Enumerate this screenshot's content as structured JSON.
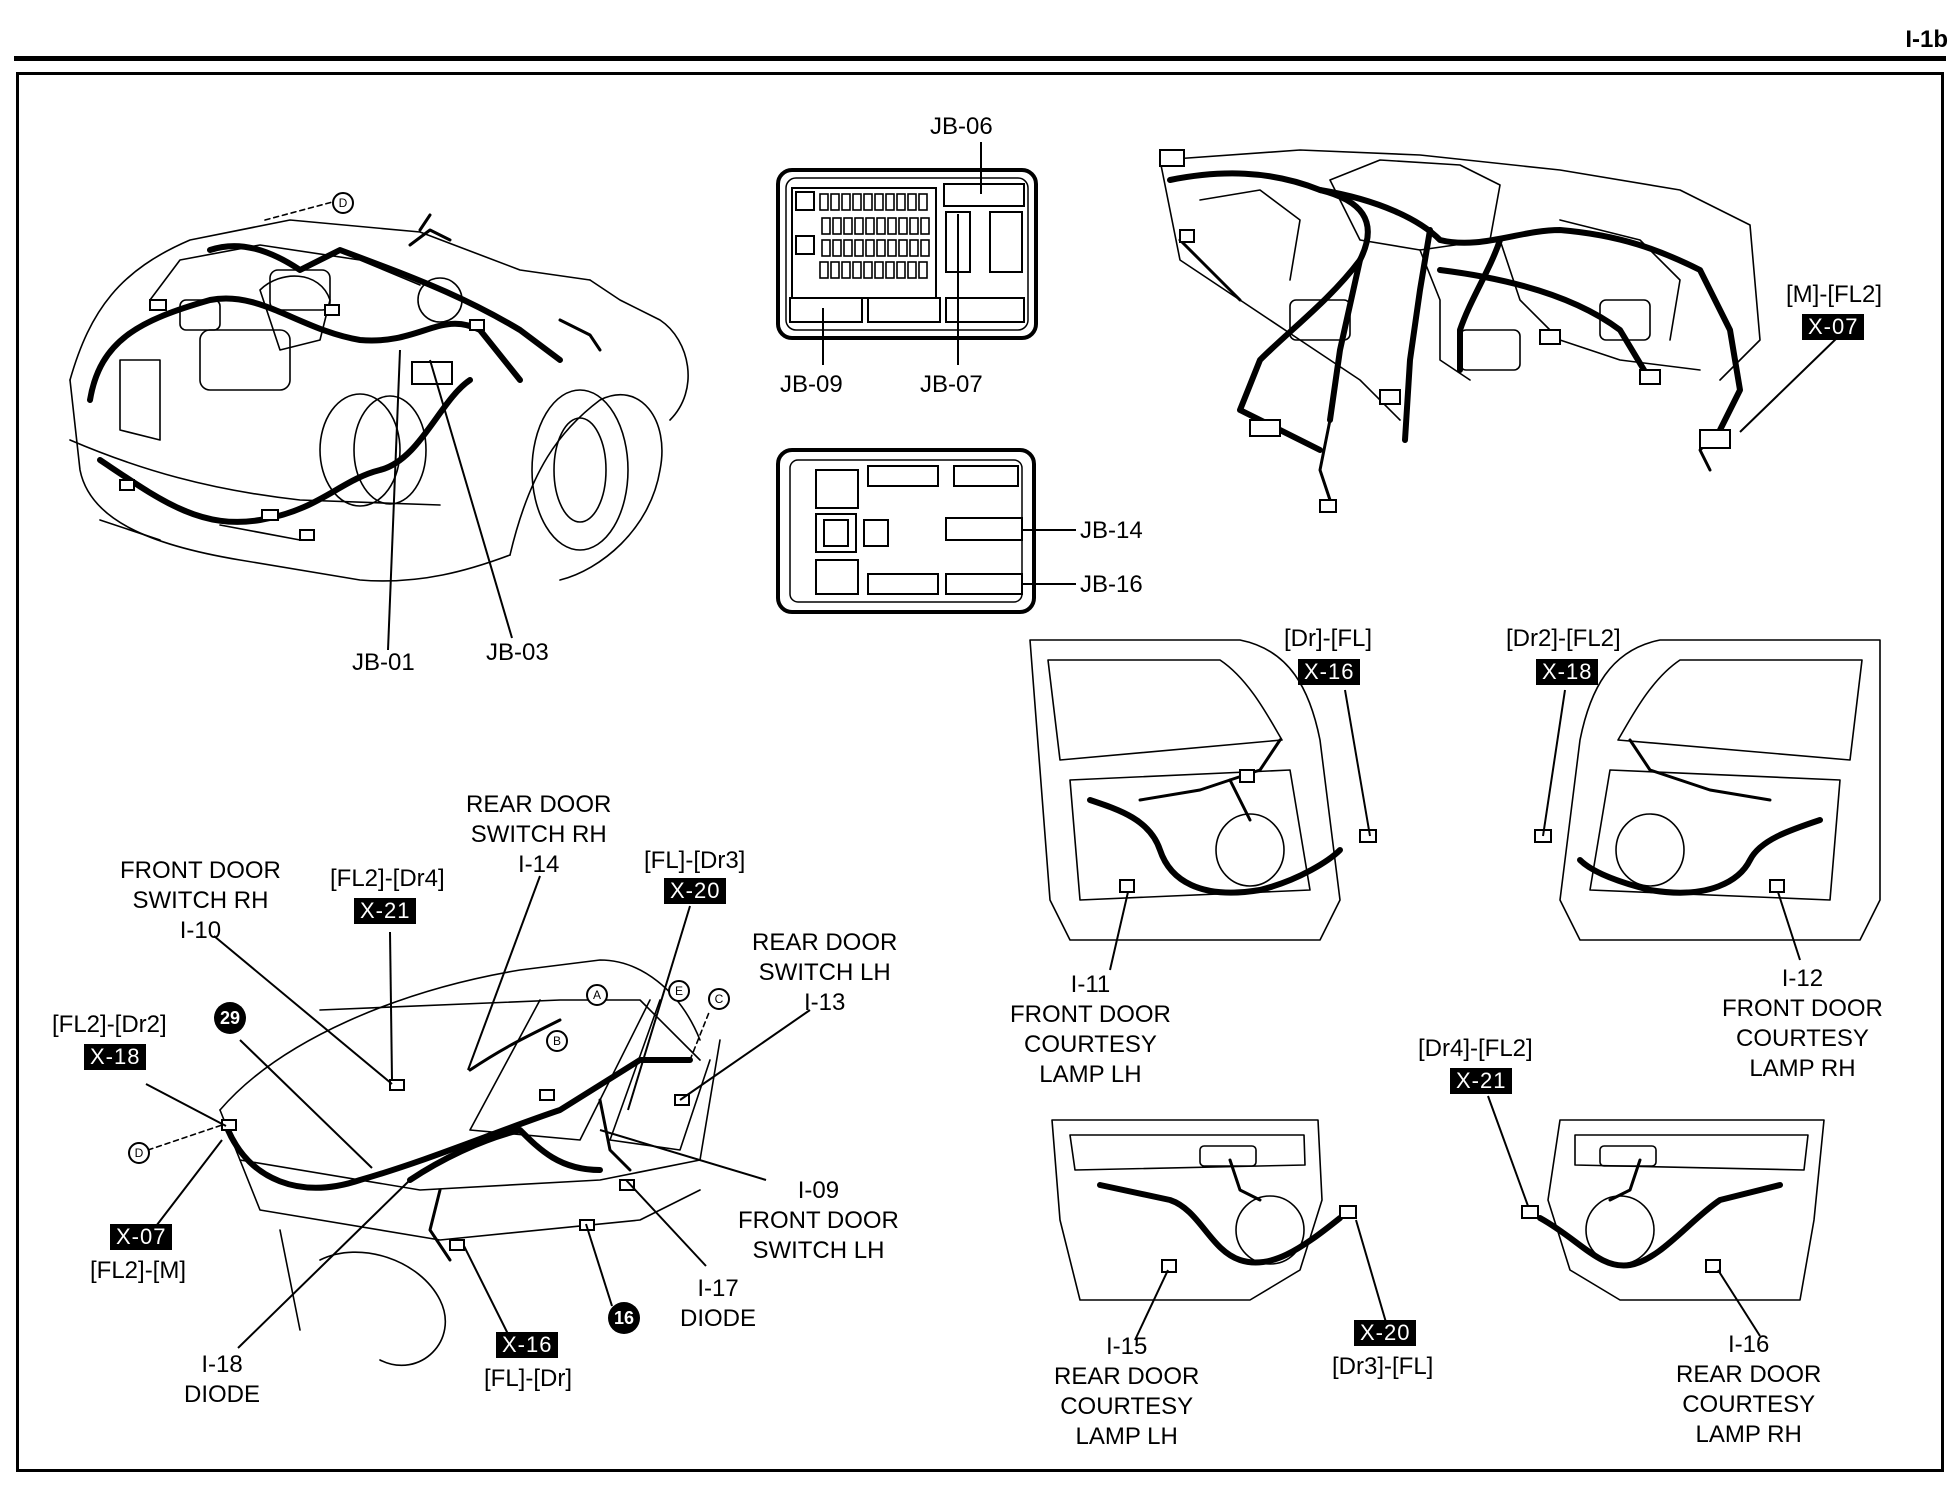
{
  "page": {
    "number": "I-1b"
  },
  "labels": {
    "jb_06": "JB-06",
    "jb_09": "JB-09",
    "jb_07": "JB-07",
    "jb_14": "JB-14",
    "jb_16": "JB-16",
    "jb_01": "JB-01",
    "jb_03": "JB-03",
    "m_fl2": "[M]-[FL2]",
    "dr_fl": "[Dr]-[FL]",
    "dr2_fl2": "[Dr2]-[FL2]",
    "dr4_fl2": "[Dr4]-[FL2]",
    "dr3_fl": "[Dr3]-[FL]",
    "fl2_dr4": "[FL2]-[Dr4]",
    "fl_dr3": "[FL]-[Dr3]",
    "fl2_dr2": "[FL2]-[Dr2]",
    "fl2_m": "[FL2]-[M]",
    "fl_dr": "[FL]-[Dr]",
    "i11": "I-11\nFRONT DOOR\nCOURTESY\nLAMP LH",
    "i12": "I-12\nFRONT DOOR\nCOURTESY\nLAMP RH",
    "i15": "I-15\nREAR DOOR\nCOURTESY\nLAMP LH",
    "i16": "I-16\nREAR DOOR\nCOURTESY\nLAMP RH",
    "i10": "FRONT DOOR\nSWITCH RH\nI-10",
    "i14": "REAR DOOR\nSWITCH RH\nI-14",
    "i13": "REAR DOOR\nSWITCH LH\nI-13",
    "i09": "I-09\nFRONT DOOR\nSWITCH LH",
    "i17": "I-17\nDIODE",
    "i18": "I-18\nDIODE"
  },
  "connector_tags": {
    "x07_top": "X-07",
    "x16_top": "X-16",
    "x18_top": "X-18",
    "x21_mid": "X-21",
    "x20_bottom": "X-20",
    "x21_left": "X-21",
    "x20_left": "X-20",
    "x18_left": "X-18",
    "x07_left": "X-07",
    "x16_left": "X-16"
  },
  "badges": {
    "b29": "29",
    "b16": "16"
  },
  "ref_letters": {
    "d1": "D",
    "d2": "D",
    "a": "A",
    "b": "B",
    "c": "C",
    "e": "E"
  }
}
